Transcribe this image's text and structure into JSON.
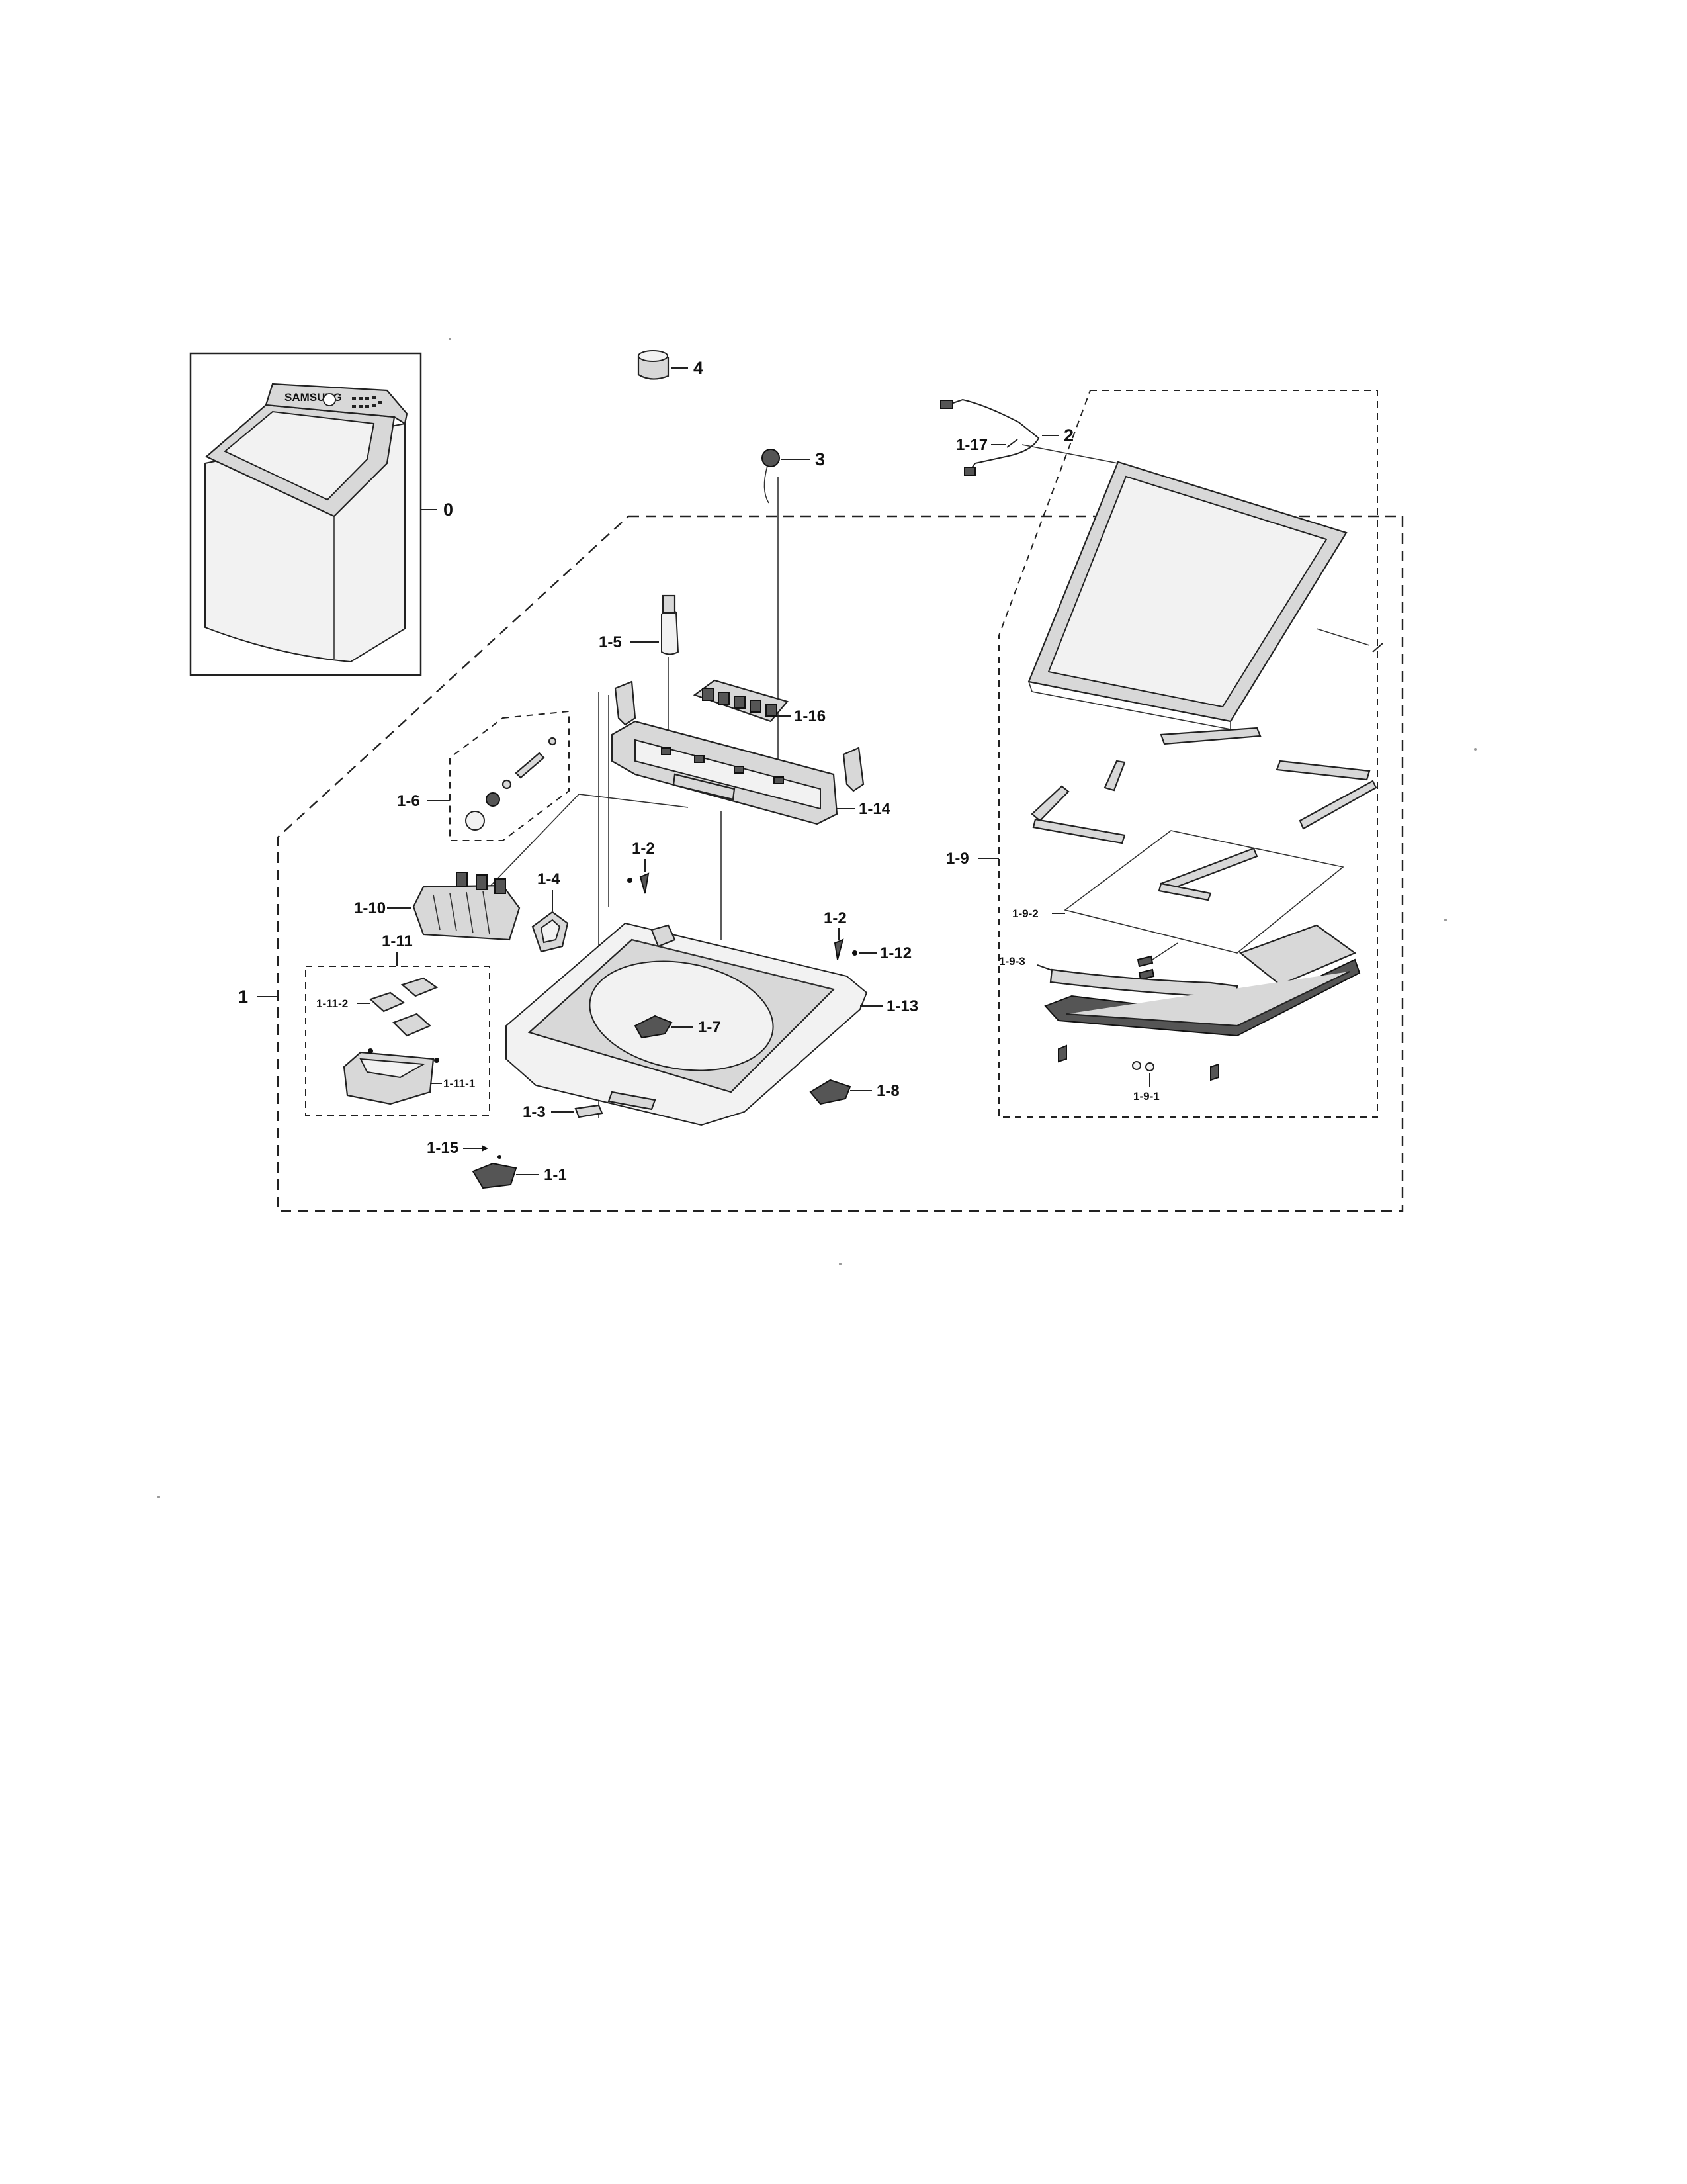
{
  "labels": {
    "l0": "0",
    "l1": "1",
    "l2": "2",
    "l3": "3",
    "l4": "4",
    "l1_1": "1-1",
    "l1_2a": "1-2",
    "l1_2b": "1-2",
    "l1_3": "1-3",
    "l1_4": "1-4",
    "l1_5": "1-5",
    "l1_6": "1-6",
    "l1_7": "1-7",
    "l1_8": "1-8",
    "l1_9": "1-9",
    "l1_9_1": "1-9-1",
    "l1_9_2": "1-9-2",
    "l1_9_3": "1-9-3",
    "l1_10": "1-10",
    "l1_11": "1-11",
    "l1_11_1": "1-11-1",
    "l1_11_2": "1-11-2",
    "l1_12": "1-12",
    "l1_13": "1-13",
    "l1_14": "1-14",
    "l1_15": "1-15",
    "l1_16": "1-16",
    "l1_17": "1-17"
  },
  "logo_text": "SAMSUNG"
}
